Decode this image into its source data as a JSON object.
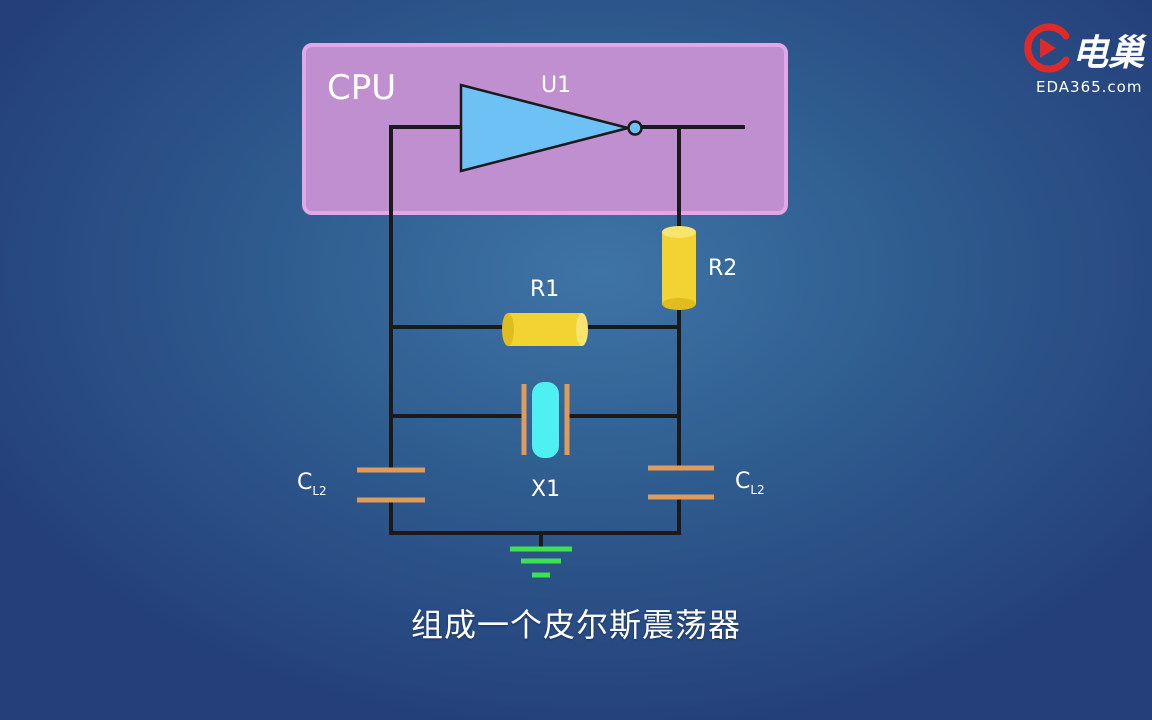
{
  "diagram": {
    "cpu_label": "CPU",
    "inverter_label": "U1",
    "resistor_r1_label": "R1",
    "resistor_r2_label": "R2",
    "crystal_label": "X1",
    "cap_left_label": {
      "main": "C",
      "sub": "L2"
    },
    "cap_right_label": {
      "main": "C",
      "sub": "L2"
    }
  },
  "caption": "组成一个皮尔斯震荡器",
  "logo": {
    "brand": "电巢",
    "domain": "EDA365.com"
  },
  "colors": {
    "background": "#2f5d90",
    "cpu_fill": "#c08fd0",
    "cpu_border": "#e3a6e6",
    "inverter": "#6ec1f5",
    "resistor": "#f3d331",
    "crystal": "#4ff0f2",
    "capacitor": "#e09a5a",
    "ground": "#3ee24e",
    "wire": "#1a1a1a",
    "logo_red": "#e02a2a"
  }
}
